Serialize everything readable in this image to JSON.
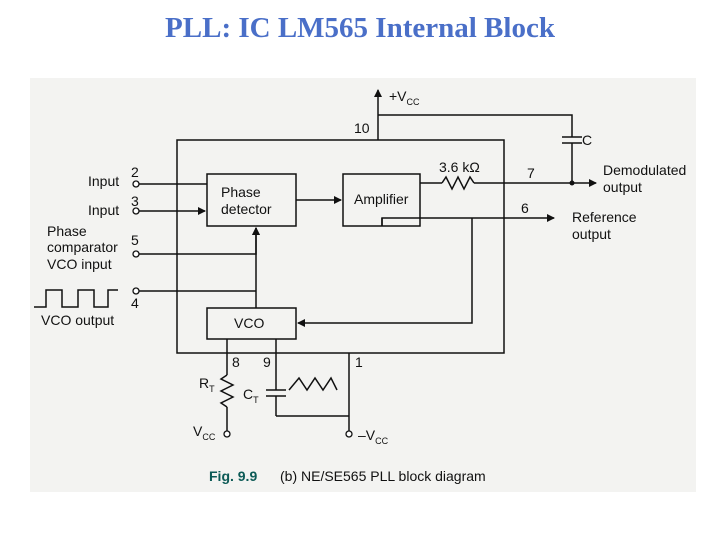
{
  "title": "PLL: IC LM565 Internal Block",
  "blocks": {
    "phase_detector": [
      "Phase",
      "detector"
    ],
    "amplifier": "Amplifier",
    "vco": "VCO"
  },
  "inputs": {
    "input1": "Input",
    "input2": "Input",
    "phase_comp": [
      "Phase",
      "comparator",
      "VCO input"
    ],
    "vco_output": "VCO output"
  },
  "outputs": {
    "demod": [
      "Demodulated",
      "output"
    ],
    "reference": [
      "Reference",
      "output"
    ]
  },
  "supply": {
    "vcc_plus": "+V",
    "vcc_plus_sub": "CC",
    "vcc": "V",
    "vcc_sub": "CC",
    "vcc_minus": "–V",
    "vcc_minus_sub": "CC"
  },
  "components": {
    "resistor_value": "3.6 kΩ",
    "cap_c": "C",
    "rt": "R",
    "rt_sub": "T",
    "ct": "C",
    "ct_sub": "T"
  },
  "pins": [
    "2",
    "3",
    "5",
    "4",
    "10",
    "7",
    "6",
    "8",
    "9",
    "1"
  ],
  "caption": {
    "fig": "Fig. 9.9",
    "text": "(b)  NE/SE565  PLL  block  diagram"
  }
}
